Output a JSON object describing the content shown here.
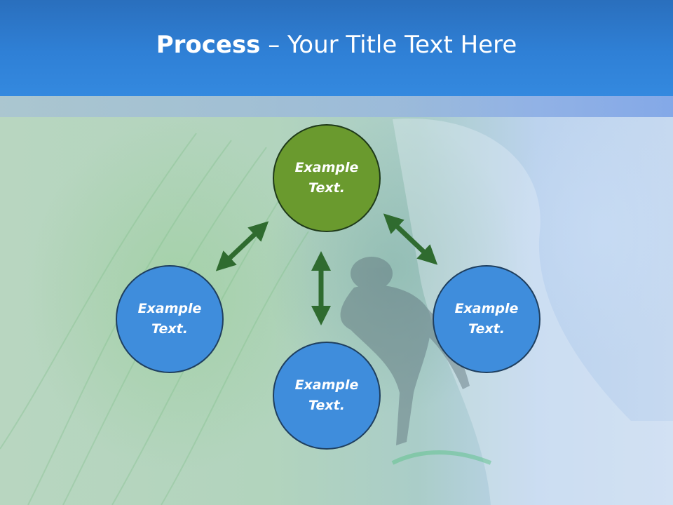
{
  "header": {
    "title_bold": "Process",
    "title_rest": " – Your Title Text Here"
  },
  "nodes": {
    "top": {
      "line1": "Example",
      "line2": "Text."
    },
    "left": {
      "line1": "Example",
      "line2": "Text."
    },
    "right": {
      "line1": "Example",
      "line2": "Text."
    },
    "bottom": {
      "line1": "Example",
      "line2": "Text."
    }
  },
  "colors": {
    "header_blue": "#2f80d6",
    "node_blue": "#3f8ddc",
    "node_green": "#6a9a2e",
    "arrow_green": "#2f6b2f"
  }
}
